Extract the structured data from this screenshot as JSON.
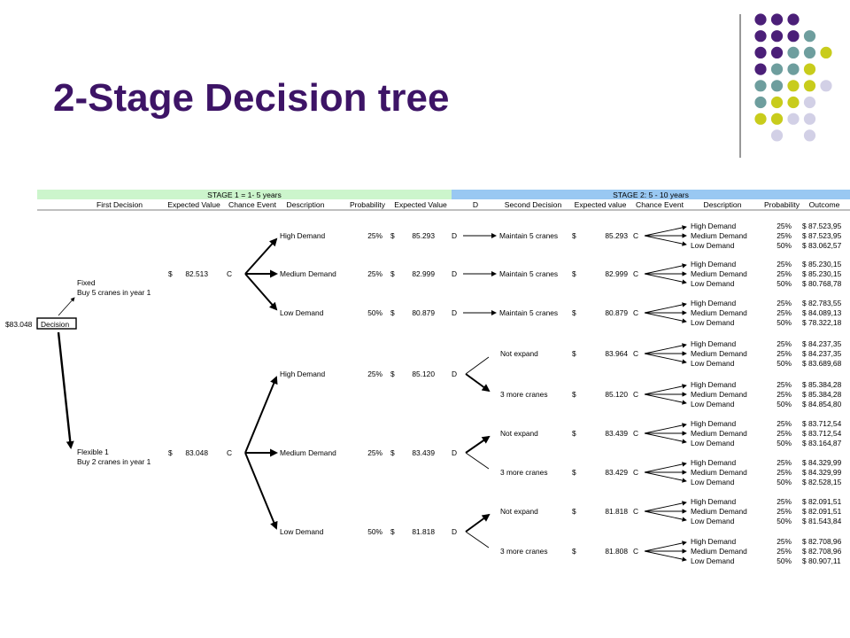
{
  "slide": {
    "title": "2-Stage Decision tree"
  },
  "stage1": {
    "label": "STAGE 1 = 1- 5 years",
    "bg": "#ccf5cc"
  },
  "stage2": {
    "label": "STAGE 2: 5 - 10 years",
    "bg": "#99c8f2"
  },
  "columns": {
    "stage1": [
      "First Decision",
      "Expected Value",
      "Chance Event",
      "Description",
      "Probability",
      "Expected Value"
    ],
    "stage2": [
      "D",
      "Second Decision",
      "Expected value",
      "Chance Event",
      "Description",
      "Probability",
      "Outcome"
    ]
  },
  "root": {
    "value": "$83.048",
    "label": "Decision"
  },
  "options": [
    {
      "name_line1": "Fixed",
      "name_line2": "Buy 5 cranes in year 1",
      "currency": "$",
      "ev": "82.513",
      "node": "C",
      "events": [
        {
          "desc": "High Demand",
          "prob": "25%",
          "currency": "$",
          "ev": "85.293",
          "node": "D",
          "decisions": [
            {
              "label": "Maintain 5 cranes",
              "currency": "$",
              "ev": "85.293",
              "node": "C",
              "outcomes": [
                {
                  "desc": "High Demand",
                  "prob": "25%",
                  "value": "$ 87.523,95"
                },
                {
                  "desc": "Medium Demand",
                  "prob": "25%",
                  "value": "$ 87.523,95"
                },
                {
                  "desc": "Low Demand",
                  "prob": "50%",
                  "value": "$ 83.062,57"
                }
              ]
            }
          ]
        },
        {
          "desc": "Medium Demand",
          "prob": "25%",
          "currency": "$",
          "ev": "82.999",
          "node": "D",
          "decisions": [
            {
              "label": "Maintain 5 cranes",
              "currency": "$",
              "ev": "82.999",
              "node": "C",
              "outcomes": [
                {
                  "desc": "High Demand",
                  "prob": "25%",
                  "value": "$ 85.230,15"
                },
                {
                  "desc": "Medium Demand",
                  "prob": "25%",
                  "value": "$ 85.230,15"
                },
                {
                  "desc": "Low Demand",
                  "prob": "50%",
                  "value": "$ 80.768,78"
                }
              ]
            }
          ]
        },
        {
          "desc": "Low Demand",
          "prob": "50%",
          "currency": "$",
          "ev": "80.879",
          "node": "D",
          "decisions": [
            {
              "label": "Maintain 5 cranes",
              "currency": "$",
              "ev": "80.879",
              "node": "C",
              "outcomes": [
                {
                  "desc": "High Demand",
                  "prob": "25%",
                  "value": "$ 82.783,55"
                },
                {
                  "desc": "Medium Demand",
                  "prob": "25%",
                  "value": "$ 84.089,13"
                },
                {
                  "desc": "Low Demand",
                  "prob": "50%",
                  "value": "$ 78.322,18"
                }
              ]
            }
          ]
        }
      ]
    },
    {
      "name_line1": "Flexible 1",
      "name_line2": "Buy 2 cranes in year 1",
      "currency": "$",
      "ev": "83.048",
      "node": "C",
      "events": [
        {
          "desc": "High Demand",
          "prob": "25%",
          "currency": "$",
          "ev": "85.120",
          "node": "D",
          "decisions": [
            {
              "label": "Not expand",
              "currency": "$",
              "ev": "83.964",
              "node": "C",
              "outcomes": [
                {
                  "desc": "High Demand",
                  "prob": "25%",
                  "value": "$ 84.237,35"
                },
                {
                  "desc": "Medium Demand",
                  "prob": "25%",
                  "value": "$ 84.237,35"
                },
                {
                  "desc": "Low Demand",
                  "prob": "50%",
                  "value": "$ 83.689,68"
                }
              ]
            },
            {
              "label": "3 more cranes",
              "currency": "$",
              "ev": "85.120",
              "node": "C",
              "outcomes": [
                {
                  "desc": "High Demand",
                  "prob": "25%",
                  "value": "$ 85.384,28"
                },
                {
                  "desc": "Medium Demand",
                  "prob": "25%",
                  "value": "$ 85.384,28"
                },
                {
                  "desc": "Low Demand",
                  "prob": "50%",
                  "value": "$ 84.854,80"
                }
              ]
            }
          ]
        },
        {
          "desc": "Medium Demand",
          "prob": "25%",
          "currency": "$",
          "ev": "83.439",
          "node": "D",
          "decisions": [
            {
              "label": "Not expand",
              "currency": "$",
              "ev": "83.439",
              "node": "C",
              "outcomes": [
                {
                  "desc": "High Demand",
                  "prob": "25%",
                  "value": "$ 83.712,54"
                },
                {
                  "desc": "Medium Demand",
                  "prob": "25%",
                  "value": "$ 83.712,54"
                },
                {
                  "desc": "Low Demand",
                  "prob": "50%",
                  "value": "$ 83.164,87"
                }
              ]
            },
            {
              "label": "3 more cranes",
              "currency": "$",
              "ev": "83.429",
              "node": "C",
              "outcomes": [
                {
                  "desc": "High Demand",
                  "prob": "25%",
                  "value": "$ 84.329,99"
                },
                {
                  "desc": "Medium Demand",
                  "prob": "25%",
                  "value": "$ 84.329,99"
                },
                {
                  "desc": "Low Demand",
                  "prob": "50%",
                  "value": "$ 82.528,15"
                }
              ]
            }
          ]
        },
        {
          "desc": "Low Demand",
          "prob": "50%",
          "currency": "$",
          "ev": "81.818",
          "node": "D",
          "decisions": [
            {
              "label": "Not expand",
              "currency": "$",
              "ev": "81.818",
              "node": "C",
              "outcomes": [
                {
                  "desc": "High Demand",
                  "prob": "25%",
                  "value": "$ 82.091,51"
                },
                {
                  "desc": "Medium Demand",
                  "prob": "25%",
                  "value": "$ 82.091,51"
                },
                {
                  "desc": "Low Demand",
                  "prob": "50%",
                  "value": "$ 81.543,84"
                }
              ]
            },
            {
              "label": "3 more cranes",
              "currency": "$",
              "ev": "81.808",
              "node": "C",
              "outcomes": [
                {
                  "desc": "High Demand",
                  "prob": "25%",
                  "value": "$ 82.708,96"
                },
                {
                  "desc": "Medium Demand",
                  "prob": "25%",
                  "value": "$ 82.708,96"
                },
                {
                  "desc": "Low Demand",
                  "prob": "50%",
                  "value": "$ 80.907,11"
                }
              ]
            }
          ]
        }
      ]
    }
  ],
  "colors": {
    "title": "#3d1466",
    "dot_purple": "#4b1f78",
    "dot_teal": "#6e9e9e",
    "dot_yellow": "#c8cc1c",
    "dot_lavender": "#d2d0e6"
  }
}
